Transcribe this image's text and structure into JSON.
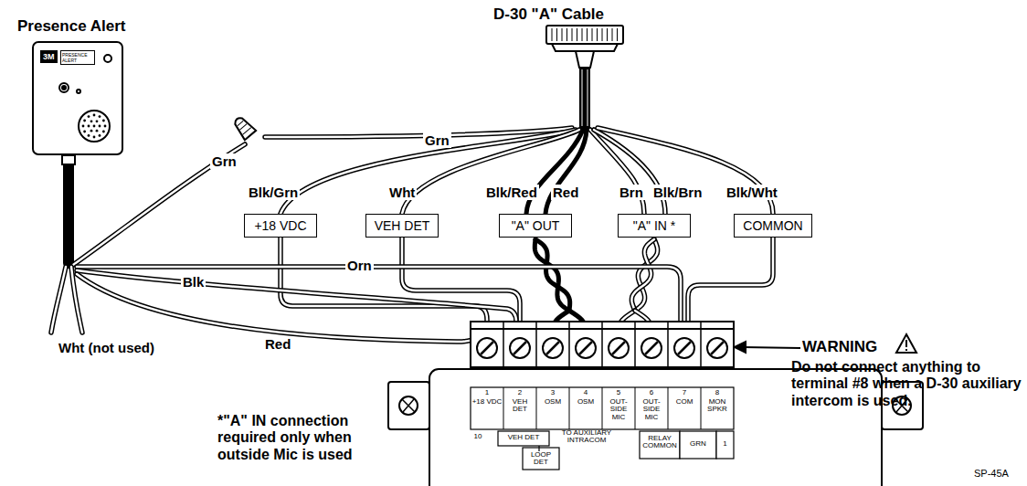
{
  "diagram": {
    "nodes": [
      {
        "text": [
          "+18 VDC"
        ]
      },
      {
        "text": [
          "VEH DET"
        ]
      },
      {
        "text": [
          "\"A\" OUT"
        ]
      },
      {
        "text": [
          "\"A\" IN *"
        ]
      },
      {
        "text": [
          "COMMON"
        ]
      },
      {
        "text": [
          "Presence Alert",
          "3M",
          "PRESENCE ALERT"
        ]
      }
    ],
    "labels": [
      "D-30 \"A\" Cable",
      "Grn",
      "Grn",
      "Blk/Grn",
      "Wht",
      "Blk/Red",
      "Red",
      "Brn",
      "Blk/Brn",
      "Blk/Wht",
      "Orn",
      "Blk",
      "Red",
      "Wht (not used)",
      "WARNING",
      "Do not connect anything to terminal #8 when a D-30 auxiliary intercom is used.",
      "*\"A\" IN connection required only when outside Mic is used",
      "SP-45A",
      "1",
      "+18 VDC",
      "2",
      "VEH DET",
      "3",
      "OSM",
      "4",
      "OSM",
      "5",
      "OUT-SIDE MIC",
      "6",
      "OUT-SIDE MIC",
      "7",
      "COM",
      "8",
      "MON SPKR",
      "10",
      "VEH DET",
      "LOOP DET",
      "TO AUXILIARY INTRACOM",
      "RELAY COMMON",
      "GRN",
      "1"
    ]
  }
}
